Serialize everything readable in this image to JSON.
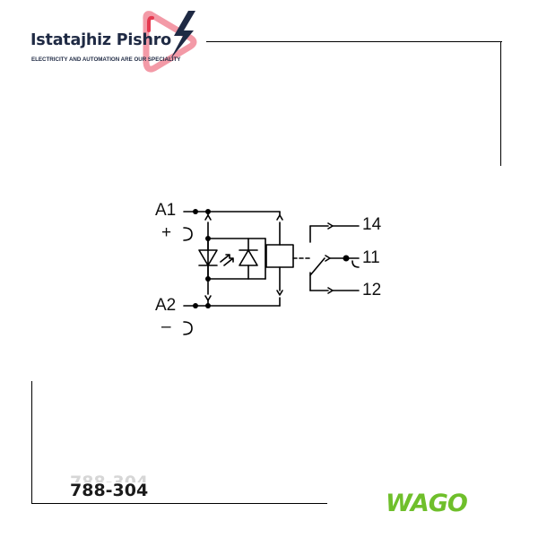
{
  "brand": {
    "name": "Istatajhiz Pishro",
    "tagline": "ELECTRICITY AND AUTOMATION ARE OUR SPECIALITY",
    "colors": {
      "primary": "#1f2a44",
      "accent": "#e53950",
      "accent_light": "#f39aa7"
    }
  },
  "schematic": {
    "terminals": {
      "a1": "A1",
      "plus": "+",
      "a2": "A2",
      "minus": "–",
      "t14": "14",
      "t11": "11",
      "t12": "12"
    }
  },
  "product": {
    "part_number": "788-304",
    "manufacturer_logo": "WAGO",
    "manufacturer_color": "#6fbf2b"
  }
}
